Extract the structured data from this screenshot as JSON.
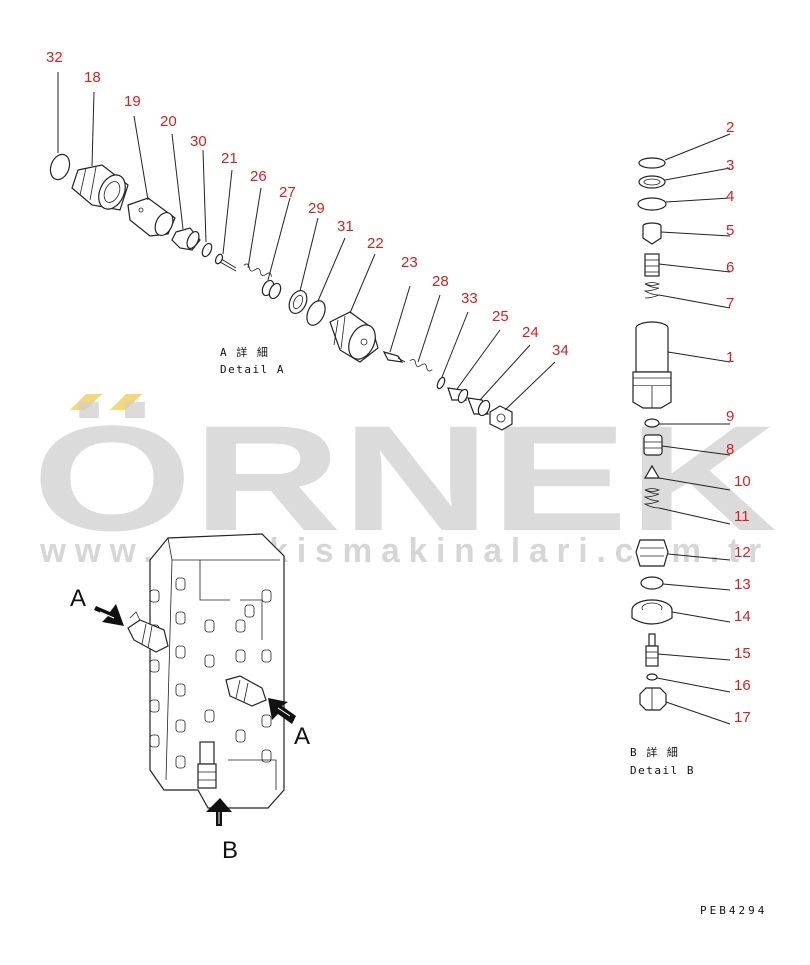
{
  "watermark": {
    "brand": "ÖRNEK",
    "url": "www.ornekismakinalari.com.tr",
    "accent_color": "#f5d77a",
    "text_color": "#cfcfcf"
  },
  "detail_a": {
    "jp": "A 詳 細",
    "en": "Detail A"
  },
  "detail_b": {
    "jp": "B 詳 細",
    "en": "Detail B"
  },
  "view_labels": {
    "a_left": "A",
    "a_right": "A",
    "b_bottom": "B"
  },
  "drawing_code": "PEB4294",
  "callouts_a": [
    "32",
    "18",
    "19",
    "20",
    "30",
    "21",
    "26",
    "27",
    "29",
    "31",
    "22",
    "23",
    "28",
    "33",
    "25",
    "24",
    "34"
  ],
  "callouts_b": [
    "2",
    "3",
    "4",
    "5",
    "6",
    "7",
    "1",
    "9",
    "8",
    "10",
    "11",
    "12",
    "13",
    "14",
    "15",
    "16",
    "17"
  ],
  "callout_color": "#d42020"
}
